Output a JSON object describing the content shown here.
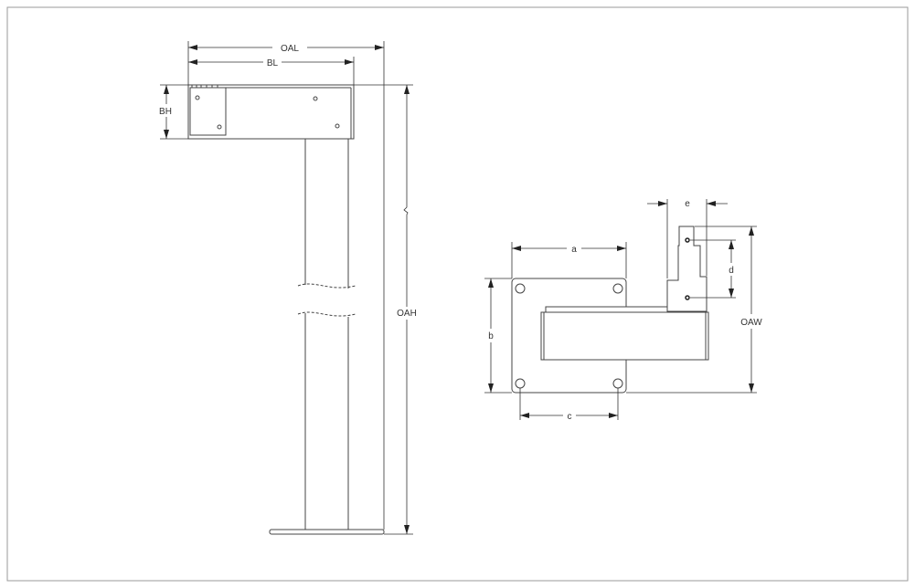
{
  "side_view": {
    "labels": {
      "overall_length": "OAL",
      "bracket_length": "BL",
      "bracket_height": "BH",
      "overall_height": "OAH"
    }
  },
  "top_view": {
    "labels": {
      "a": "a",
      "b": "b",
      "c": "c",
      "d": "d",
      "e": "e",
      "overall_width": "OAW"
    }
  },
  "colors": {
    "line": "#444444",
    "frame": "#9a9a9a"
  }
}
